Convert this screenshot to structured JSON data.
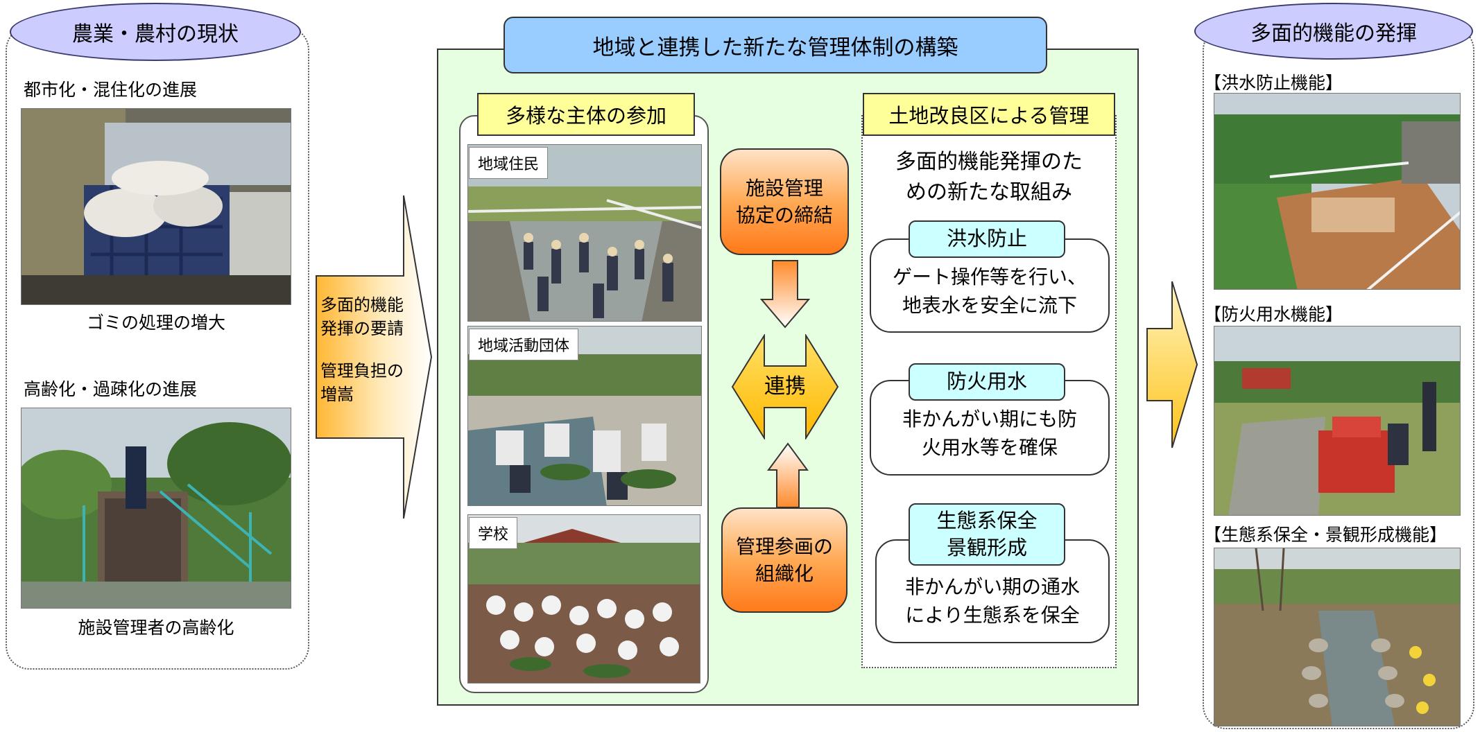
{
  "left": {
    "title": "農業・農村の現状",
    "urban_caption": "都市化・混住化の進展",
    "garbage_caption": "ゴミの処理の増大",
    "aging_caption": "高齢化・過疎化の進展",
    "manager_caption": "施設管理者の高齢化"
  },
  "arrow_left": {
    "line1": "多面的機能",
    "line2": "発揮の要請",
    "line3": "管理負担の",
    "line4": "増嵩"
  },
  "center": {
    "title": "地域と連携した新たな管理体制の構築",
    "participation_label": "多様な主体の参加",
    "photo_residents": "地域住民",
    "photo_groups": "地域活動団体",
    "photo_school": "学校",
    "agreement_line1": "施設管理",
    "agreement_line2": "協定の締結",
    "cooperation": "連携",
    "organize_line1": "管理参画の",
    "organize_line2": "組織化",
    "district_label": "土地改良区による管理",
    "initiative_line1": "多面的機能発揮のた",
    "initiative_line2": "めの新たな取組み",
    "flood_label": "洪水防止",
    "flood_text1": "ゲート操作等を行い、",
    "flood_text2": "地表水を安全に流下",
    "fire_label": "防火用水",
    "fire_text1": "非かんがい期にも防",
    "fire_text2": "火用水等を確保",
    "eco_label1": "生態系保全",
    "eco_label2": "景観形成",
    "eco_text1": "非かんがい期の通水",
    "eco_text2": "により生態系を保全"
  },
  "right": {
    "title": "多面的機能の発揮",
    "flood_caption": "【洪水防止機能】",
    "fire_caption": "【防火用水機能】",
    "eco_caption": "【生態系保全・景観形成機能】"
  },
  "colors": {
    "ellipse_fill": "#ccccff",
    "center_bg": "#e6ffe0",
    "title_blue": "#99ccff",
    "label_yellow": "#ffff99",
    "label_cyan": "#ccffff",
    "arrow_orange": "#ffaa33",
    "diamond_yellow": "#ffcc00"
  }
}
